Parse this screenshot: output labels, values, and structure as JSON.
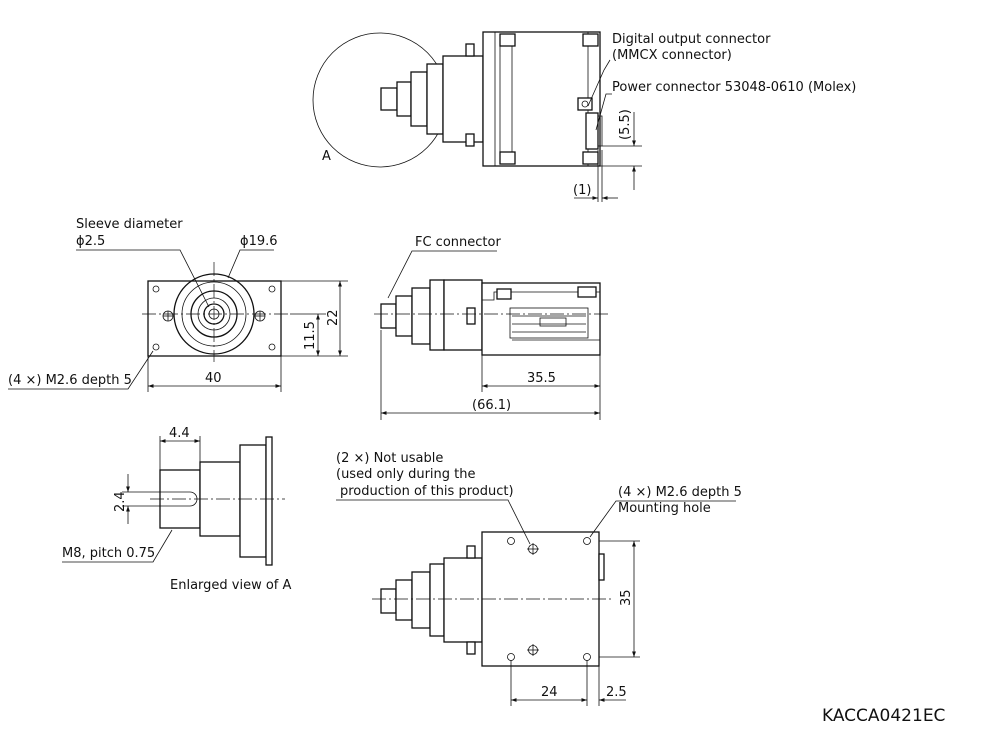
{
  "labels": {
    "digital_output_l1": "Digital output connector",
    "digital_output_l2": "(MMCX connector)",
    "power_connector": "Power connector 53048-0610 (Molex)",
    "detail_marker": "A",
    "sleeve_diameter": "Sleeve diameter",
    "fc_connector": "FC connector",
    "tapped_holes_front": "(4 ×) M2.6 depth 5",
    "not_usable_l1": "(2 ×) Not usable",
    "not_usable_l2": "(used only during the",
    "not_usable_l3": "production of this product)",
    "tapped_holes_bottom": "(4 ×) M2.6 depth 5",
    "mounting_hole": "Mounting hole",
    "thread_spec": "M8, pitch 0.75",
    "enlarged_view": "Enlarged view of A",
    "drawing_code": "KACCA0421EC"
  },
  "dimensions": {
    "top_height_5_5": "(5.5)",
    "top_offset_1": "(1)",
    "sleeve_dia": "ϕ2.5",
    "flange_dia": "ϕ19.6",
    "front_width": "40",
    "front_height": "22",
    "front_center_height": "11.5",
    "side_body_length": "35.5",
    "side_total_length": "(66.1)",
    "detail_length": "4.4",
    "detail_dia": "2.4",
    "bottom_depth": "35",
    "bottom_pitch": "24",
    "bottom_edge": "2.5"
  }
}
